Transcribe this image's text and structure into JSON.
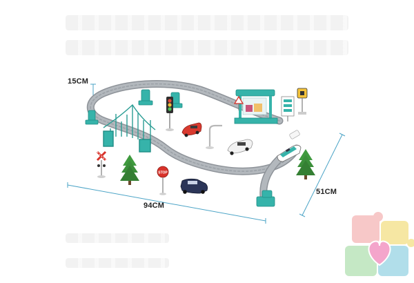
{
  "dimensions": {
    "height_label": "15CM",
    "length_label": "94CM",
    "depth_label": "51CM"
  },
  "signs": {
    "stop_text": "STOP"
  },
  "colors": {
    "track": "#a8adb3",
    "track_edge": "#8d9298",
    "teal": "#36b3aa",
    "dimension_line": "#4aa3c6",
    "car_red": "#d93a2f",
    "car_white": "#f2f2f2",
    "car_navy": "#2b3558",
    "tree": "#3f9a3e",
    "stop_sign": "#d8322a"
  },
  "icons": [
    "traffic-light-icon",
    "bridge-icon",
    "train-icon",
    "stop-sign-icon",
    "railroad-crossing-icon",
    "tree-icon",
    "street-lamp-icon",
    "train-station-icon",
    "puzzle-heart-logo"
  ]
}
